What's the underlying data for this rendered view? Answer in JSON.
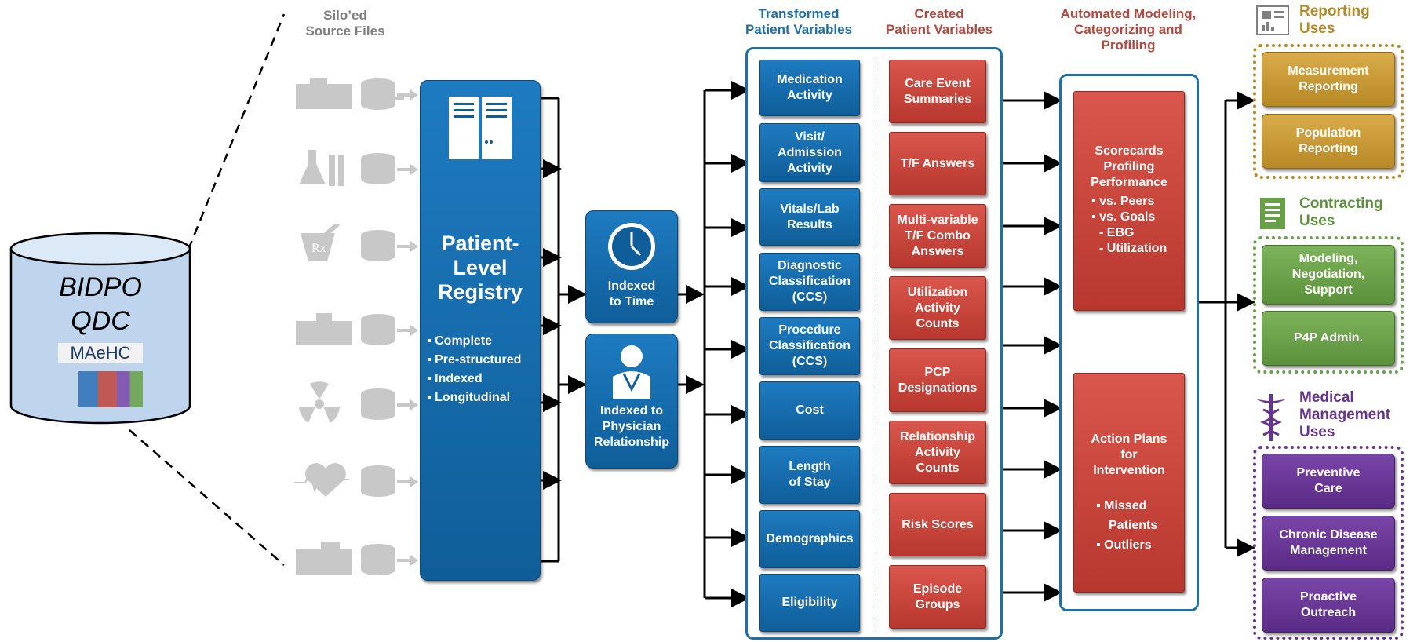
{
  "left": {
    "db_title_line1": "BIDPO",
    "db_title_line2": "QDC",
    "db_logo_text": "MAeHC"
  },
  "sources": {
    "header_line1": "Silo’ed",
    "header_line2": "Source Files"
  },
  "registry": {
    "title_line1": "Patient-",
    "title_line2": "Level",
    "title_line3": "Registry",
    "bullets": [
      "Complete",
      "Pre-structured",
      "Indexed",
      "Longitudinal"
    ]
  },
  "indexing": {
    "time_line1": "Indexed",
    "time_line2": "to Time",
    "physician_line1": "Indexed to",
    "physician_line2": "Physician",
    "physician_line3": "Relationship"
  },
  "transformed": {
    "header_line1": "Transformed",
    "header_line2": "Patient Variables",
    "items": [
      [
        "Medication",
        "Activity"
      ],
      [
        "Visit/",
        "Admission",
        "Activity"
      ],
      [
        "Vitals/Lab",
        "Results"
      ],
      [
        "Diagnostic",
        "Classification",
        "(CCS)"
      ],
      [
        "Procedure",
        "Classification",
        "(CCS)"
      ],
      [
        "Cost"
      ],
      [
        "Length",
        "of Stay"
      ],
      [
        "Demographics"
      ],
      [
        "Eligibility"
      ]
    ]
  },
  "created": {
    "header_line1": "Created",
    "header_line2": "Patient Variables",
    "items": [
      [
        "Care Event",
        "Summaries"
      ],
      [
        "T/F Answers"
      ],
      [
        "Multi-variable",
        "T/F Combo",
        "Answers"
      ],
      [
        "Utilization",
        "Activity",
        "Counts"
      ],
      [
        "PCP",
        "Designations"
      ],
      [
        "Relationship",
        "Activity",
        "Counts"
      ],
      [
        "Risk Scores"
      ],
      [
        "Episode",
        "Groups"
      ]
    ]
  },
  "automated": {
    "header_line1": "Automated Modeling,",
    "header_line2": "Categorizing and",
    "header_line3": "Profiling",
    "scorecards_lines": [
      "Scorecards",
      "Profiling",
      "Performance"
    ],
    "scorecards_bullets": [
      "vs. Peers",
      "vs. Goals"
    ],
    "scorecards_sub": [
      "- EBG",
      "- Utilization"
    ],
    "action_lines": [
      "Action Plans",
      "for",
      "Intervention"
    ],
    "action_bullets": [
      "Missed",
      "Patients",
      "Outliers"
    ]
  },
  "uses": {
    "reporting_title_line1": "Reporting",
    "reporting_title_line2": "Uses",
    "reporting_items": [
      [
        "Measurement",
        "Reporting"
      ],
      [
        "Population",
        "Reporting"
      ]
    ],
    "contracting_title_line1": "Contracting",
    "contracting_title_line2": "Uses",
    "contracting_items": [
      [
        "Modeling,",
        "Negotiation,",
        "Support"
      ],
      [
        "P4P Admin."
      ]
    ],
    "medical_title_line1": "Medical",
    "medical_title_line2": "Management",
    "medical_title_line3": "Uses",
    "medical_items": [
      [
        "Preventive",
        "Care"
      ],
      [
        "Chronic Disease",
        "Management"
      ],
      [
        "Proactive",
        "Outreach"
      ]
    ]
  },
  "colors": {
    "blue": "#0f5e99",
    "red": "#c0433a",
    "gold": "#c89a35",
    "green": "#67a046",
    "purple": "#66338f",
    "panel_border": "#1f6fa8"
  }
}
